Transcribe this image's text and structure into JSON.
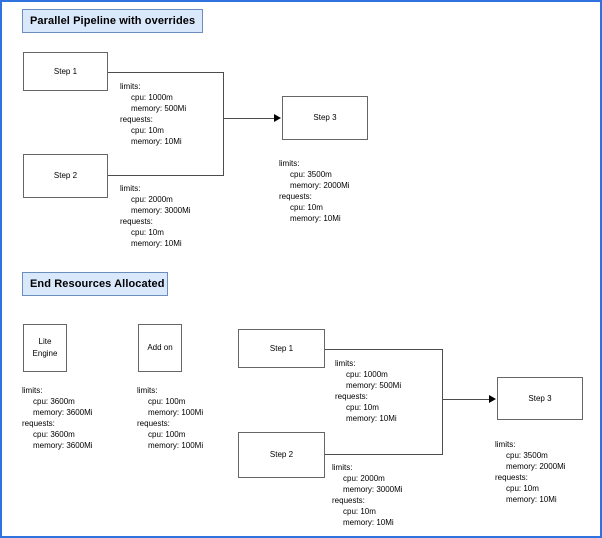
{
  "page": {
    "border_color": "#2f72e0",
    "background": "#ffffff"
  },
  "sections": [
    {
      "id": "parallel-pipeline",
      "header": "Parallel Pipeline with  overrides",
      "header_fill": "#dae8fc",
      "header_stroke": "#6c8ebf"
    },
    {
      "id": "end-resources",
      "header": "End Resources Allocated",
      "header_fill": "#dae8fc",
      "header_stroke": "#6c8ebf"
    }
  ],
  "top": {
    "step1": {
      "label": "Step 1"
    },
    "step2": {
      "label": "Step 2"
    },
    "step3": {
      "label": "Step 3"
    },
    "spec_step1": {
      "limits_key": "limits:",
      "limits_cpu": "cpu: 1000m",
      "limits_memory": "memory: 500Mi",
      "requests_key": "requests:",
      "requests_cpu": "cpu: 10m",
      "requests_memory": "memory: 10Mi"
    },
    "spec_step2": {
      "limits_key": "limits:",
      "limits_cpu": "cpu: 2000m",
      "limits_memory": "memory: 3000Mi",
      "requests_key": "requests:",
      "requests_cpu": "cpu: 10m",
      "requests_memory": "memory: 10Mi"
    },
    "spec_step3": {
      "limits_key": "limits:",
      "limits_cpu": "cpu: 3500m",
      "limits_memory": "memory: 2000Mi",
      "requests_key": "requests:",
      "requests_cpu": "cpu: 10m",
      "requests_memory": "memory: 10Mi"
    }
  },
  "bottom": {
    "lite_engine": {
      "label": "Lite\nEngine"
    },
    "add_on": {
      "label": "Add on"
    },
    "step1": {
      "label": "Step 1"
    },
    "step2": {
      "label": "Step 2"
    },
    "step3": {
      "label": "Step 3"
    },
    "spec_lite_engine": {
      "limits_key": "limits:",
      "limits_cpu": "cpu: 3600m",
      "limits_memory": "memory: 3600Mi",
      "requests_key": "requests:",
      "requests_cpu": "cpu: 3600m",
      "requests_memory": "memory: 3600Mi"
    },
    "spec_add_on": {
      "limits_key": "limits:",
      "limits_cpu": "cpu: 100m",
      "limits_memory": "memory: 100Mi",
      "requests_key": "requests:",
      "requests_cpu": "cpu: 100m",
      "requests_memory": "memory: 100Mi"
    },
    "spec_step1": {
      "limits_key": "limits:",
      "limits_cpu": "cpu: 1000m",
      "limits_memory": "memory: 500Mi",
      "requests_key": "requests:",
      "requests_cpu": "cpu: 10m",
      "requests_memory": "memory: 10Mi"
    },
    "spec_step2": {
      "limits_key": "limits:",
      "limits_cpu": "cpu: 2000m",
      "limits_memory": "memory: 3000Mi",
      "requests_key": "requests:",
      "requests_cpu": "cpu: 10m",
      "requests_memory": "memory: 10Mi"
    },
    "spec_step3": {
      "limits_key": "limits:",
      "limits_cpu": "cpu: 3500m",
      "limits_memory": "memory: 2000Mi",
      "requests_key": "requests:",
      "requests_cpu": "cpu: 10m",
      "requests_memory": "memory: 10Mi"
    }
  }
}
